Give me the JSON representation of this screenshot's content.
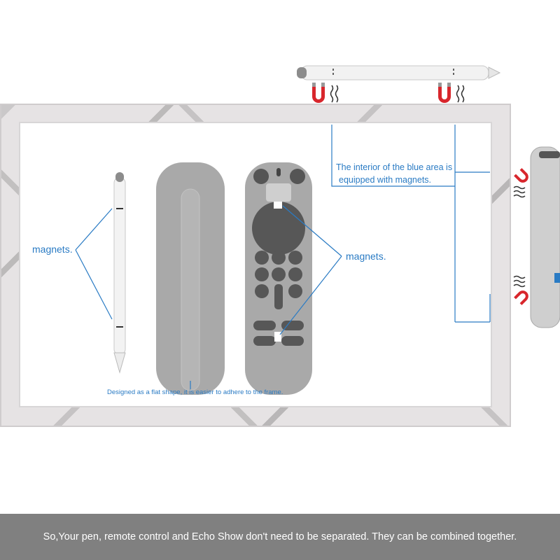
{
  "labels": {
    "pen_magnets": "magnets.",
    "remote_magnets": "magnets.",
    "interior_line1": "The interior of the blue area is",
    "interior_line2": "equipped with magnets.",
    "flat_shape": "Designed as a flat shape, it is easier to adhere to the frame."
  },
  "footer": {
    "text": "So,Your pen, remote control and Echo Show don't need to be separated. They can be combined together."
  },
  "icons": [
    "magnet-icon",
    "magnetic-wave-icon"
  ],
  "colors": {
    "accent_blue": "#2a7bc4",
    "magnet_red": "#d8262c",
    "footer_bg": "#808080",
    "silicone_gray": "#a9a9a9",
    "frame_marble": "#e6e3e4"
  }
}
